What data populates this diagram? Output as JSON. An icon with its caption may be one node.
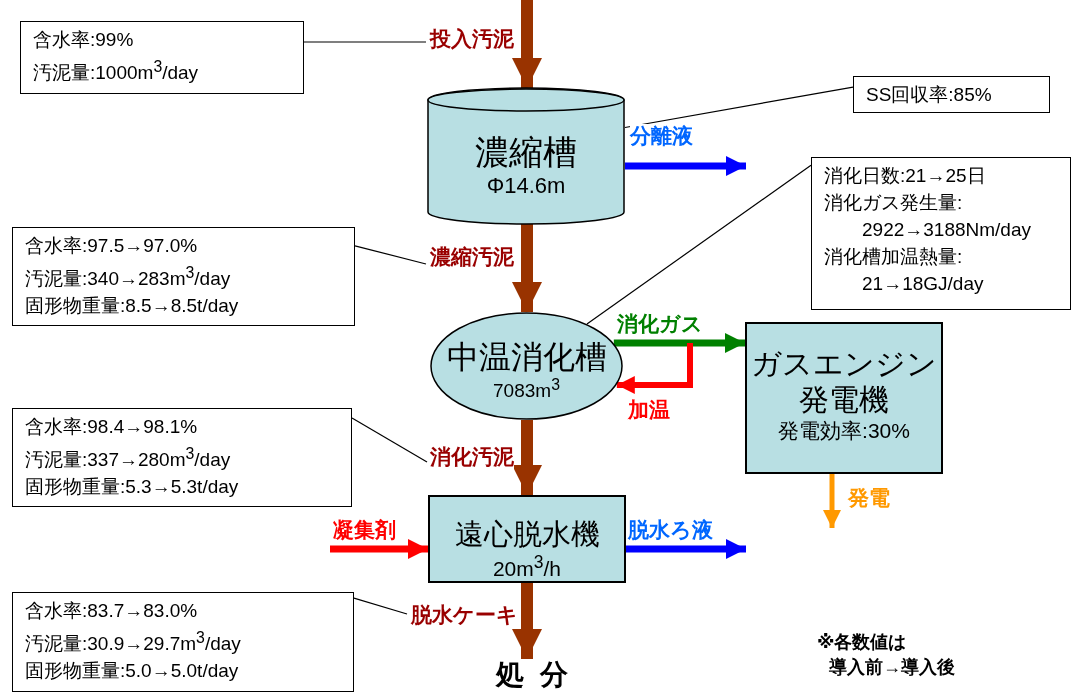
{
  "diagram": {
    "nodes": [
      {
        "text": [
          "濃縮槽",
          "Φ14.6m"
        ]
      },
      {
        "text": [
          "中温消化槽",
          "7083m$^{3}$"
        ]
      },
      {
        "text": [
          "ガスエンジン発電機",
          "発電効率:30%"
        ]
      },
      {
        "text": [
          "遠心脱水機",
          "20m$^{3}$/h"
        ]
      },
      {
        "text": [
          "処分"
        ]
      },
      {
        "text": [
          "含水率:99%",
          "汚泥量:1000m$^{3}$/day"
        ]
      },
      {
        "text": [
          "SS回収率:85%"
        ]
      },
      {
        "text": [
          "消化日数:21→25日",
          "消化ガス発生量: 2922→3188Nm/day",
          "消化槽加温熱量: 21→18GJ/day"
        ]
      },
      {
        "text": [
          "含水率:97.5→97.0%",
          "汚泥量:340→283m$^{3}$/day",
          "固形物重量:8.5→8.5t/day"
        ]
      },
      {
        "text": [
          "含水率:98.4→98.1%",
          "汚泥量:337→280m$^{3}$/day",
          "固形物重量:5.3→5.3t/day"
        ]
      },
      {
        "text": [
          "含水率:83.7→83.0%",
          "汚泥量:30.9→29.7m$^{3}$/day",
          "固形物重量:5.0→5.0t/day"
        ]
      }
    ],
    "edges": [
      {
        "from": null,
        "to": 0,
        "arrow": "to",
        "label": "投入汚泥",
        "style": "thick",
        "color": "#993300"
      },
      {
        "from": 0,
        "to": null,
        "arrow": "to",
        "label": "分離液",
        "color": "#0000ff"
      },
      {
        "from": 0,
        "to": 1,
        "arrow": "to",
        "label": "濃縮汚泥",
        "style": "thick",
        "color": "#993300"
      },
      {
        "from": 1,
        "to": 2,
        "arrow": "to",
        "label": "消化ガス",
        "color": "#008000"
      },
      {
        "from": null,
        "to": 1,
        "arrow": "to",
        "label": "加温",
        "color": "#ff0000"
      },
      {
        "from": 1,
        "to": 3,
        "arrow": "to",
        "label": "消化汚泥",
        "style": "thick",
        "color": "#993300"
      },
      {
        "from": null,
        "to": 3,
        "arrow": "to",
        "label": "凝集剤",
        "color": "#ff0000"
      },
      {
        "from": 3,
        "to": null,
        "arrow": "to",
        "label": "脱水ろ液",
        "color": "#0000ff"
      },
      {
        "from": 3,
        "to": 4,
        "arrow": "to",
        "label": "脱水ケーキ",
        "style": "thick",
        "color": "#993300"
      },
      {
        "from": 2,
        "to": null,
        "arrow": "to",
        "label": "発電",
        "color": "#ff9900"
      },
      {
        "from": 5,
        "to": null,
        "arrow": "none"
      },
      {
        "from": 6,
        "to": 0,
        "arrow": "none"
      },
      {
        "from": 7,
        "to": 1,
        "arrow": "none"
      },
      {
        "from": 8,
        "to": null,
        "arrow": "none"
      },
      {
        "from": 9,
        "to": null,
        "arrow": "none"
      },
      {
        "from": 10,
        "to": null,
        "arrow": "none"
      }
    ],
    "labels": [
      "※各数値は",
      "導入前→導入後"
    ]
  }
}
